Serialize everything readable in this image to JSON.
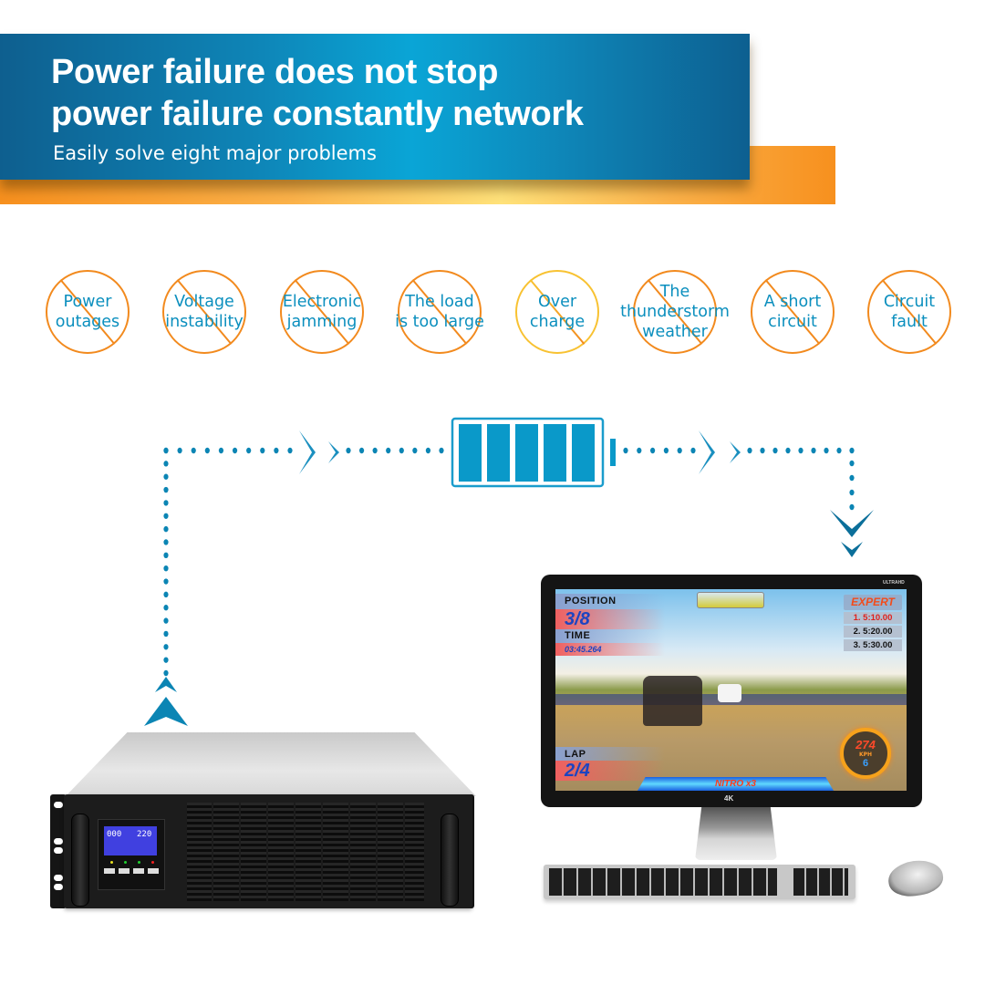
{
  "header": {
    "headline_line1": "Power failure does not stop",
    "headline_line2": "power failure constantly network",
    "subheadline": "Easily solve eight major problems"
  },
  "colors": {
    "banner_blue": "#0e86b8",
    "accent_orange": "#f28a1e",
    "icon_text_blue": "#0b8fbe",
    "flow_blue": "#0b8fbe"
  },
  "problems": [
    {
      "label": "Power\noutages",
      "icon": "prohibited-icon"
    },
    {
      "label": "Voltage\ninstability",
      "icon": "prohibited-icon"
    },
    {
      "label": "Electronic\njamming",
      "icon": "prohibited-icon"
    },
    {
      "label": "The load\nis too large",
      "icon": "prohibited-icon"
    },
    {
      "label": "Over\ncharge",
      "icon": "prohibited-icon"
    },
    {
      "label": "The\nthunderstorm\nweather",
      "icon": "prohibited-icon"
    },
    {
      "label": "A short\ncircuit",
      "icon": "prohibited-icon"
    },
    {
      "label": "Circuit\nfault",
      "icon": "prohibited-icon"
    }
  ],
  "battery": {
    "icon": "battery-full-icon",
    "cells": 5
  },
  "ups": {
    "lcd_left": "000",
    "lcd_right": "220",
    "leds": [
      "yellow",
      "green",
      "green",
      "red"
    ]
  },
  "monitor": {
    "badge_top": "ULTRAHD",
    "badge_bottom": "4K",
    "game_hud": {
      "position_label": "POSITION",
      "position_value": "3/8",
      "time_label": "TIME",
      "time_value": "03:45.264",
      "lap_label": "LAP",
      "lap_value": "2/4",
      "difficulty": "EXPERT",
      "rankings": [
        "1. 5:10.00",
        "2. 5:20.00",
        "3. 5:30.00"
      ],
      "speed": "274",
      "speed_unit": "KPH",
      "gear": "6",
      "nitro": "NITRO x3"
    }
  }
}
